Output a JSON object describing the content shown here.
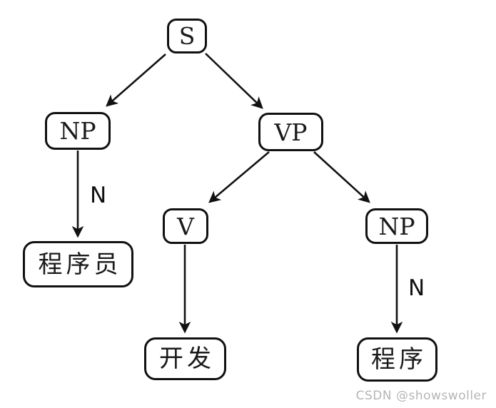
{
  "tree": {
    "type": "parse-tree",
    "nodes": [
      {
        "id": "s",
        "label": "S"
      },
      {
        "id": "np-left",
        "label": "NP"
      },
      {
        "id": "vp",
        "label": "VP"
      },
      {
        "id": "v",
        "label": "V"
      },
      {
        "id": "np-right",
        "label": "NP"
      },
      {
        "id": "word-programmer",
        "label": "程序员"
      },
      {
        "id": "word-develop",
        "label": "开发"
      },
      {
        "id": "word-program",
        "label": "程序"
      }
    ],
    "edges": [
      {
        "from": "s",
        "to": "np-left",
        "label": ""
      },
      {
        "from": "s",
        "to": "vp",
        "label": ""
      },
      {
        "from": "np-left",
        "to": "word-programmer",
        "label": "N"
      },
      {
        "from": "vp",
        "to": "v",
        "label": ""
      },
      {
        "from": "vp",
        "to": "np-right",
        "label": ""
      },
      {
        "from": "v",
        "to": "word-develop",
        "label": ""
      },
      {
        "from": "np-right",
        "to": "word-program",
        "label": "N"
      }
    ]
  },
  "watermark": {
    "text": "CSDN @showswoller",
    "color": "#b5b5b5"
  },
  "colors": {
    "line": "#111111",
    "background": "#ffffff"
  }
}
